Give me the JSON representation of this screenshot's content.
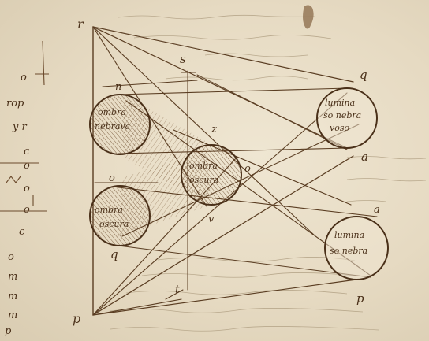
{
  "labels": {
    "top_left": "r",
    "top_mid": "s",
    "top_right": "q",
    "circle_top_left_n": "n",
    "circle_center_top": "z",
    "circle_center_side": "o",
    "circle_left_mid": "o",
    "circle_bottom_left": "q",
    "circle_center_bottom": "v",
    "right_mid": "a",
    "right_lower": "a",
    "bottom_mid": "t",
    "bottom_right": "p",
    "bottom_left": "p"
  },
  "circle_notes": {
    "top_left": [
      "ombra",
      "nebrava"
    ],
    "center": [
      "ombra",
      "oscura"
    ],
    "bottom_left": [
      "ombra",
      "oscura"
    ],
    "top_right": [
      "lumina",
      "so nebra",
      "voso"
    ],
    "bottom_right": [
      "lumina",
      "so nebra"
    ]
  },
  "margin_notes": [
    "o",
    "rop",
    "y r",
    "c",
    "o",
    "o",
    "o",
    "c",
    "o",
    "m",
    "m",
    "m",
    "p"
  ]
}
